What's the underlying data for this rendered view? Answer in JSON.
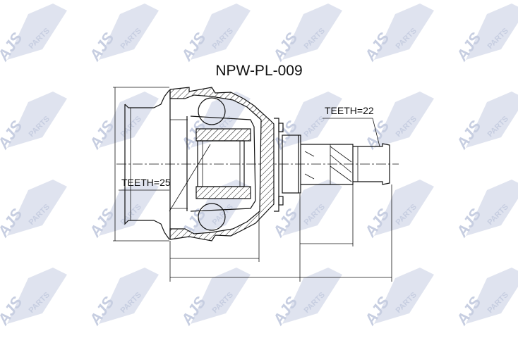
{
  "title": "NPW-PL-009",
  "labels": {
    "teeth_left": "TEETH=25",
    "teeth_right": "TEETH=22"
  },
  "watermark": {
    "text_main": "AJS",
    "text_sub": "PARTS",
    "color": "#c9d0e3"
  },
  "colors": {
    "line": "#111111",
    "background": "#ffffff"
  }
}
